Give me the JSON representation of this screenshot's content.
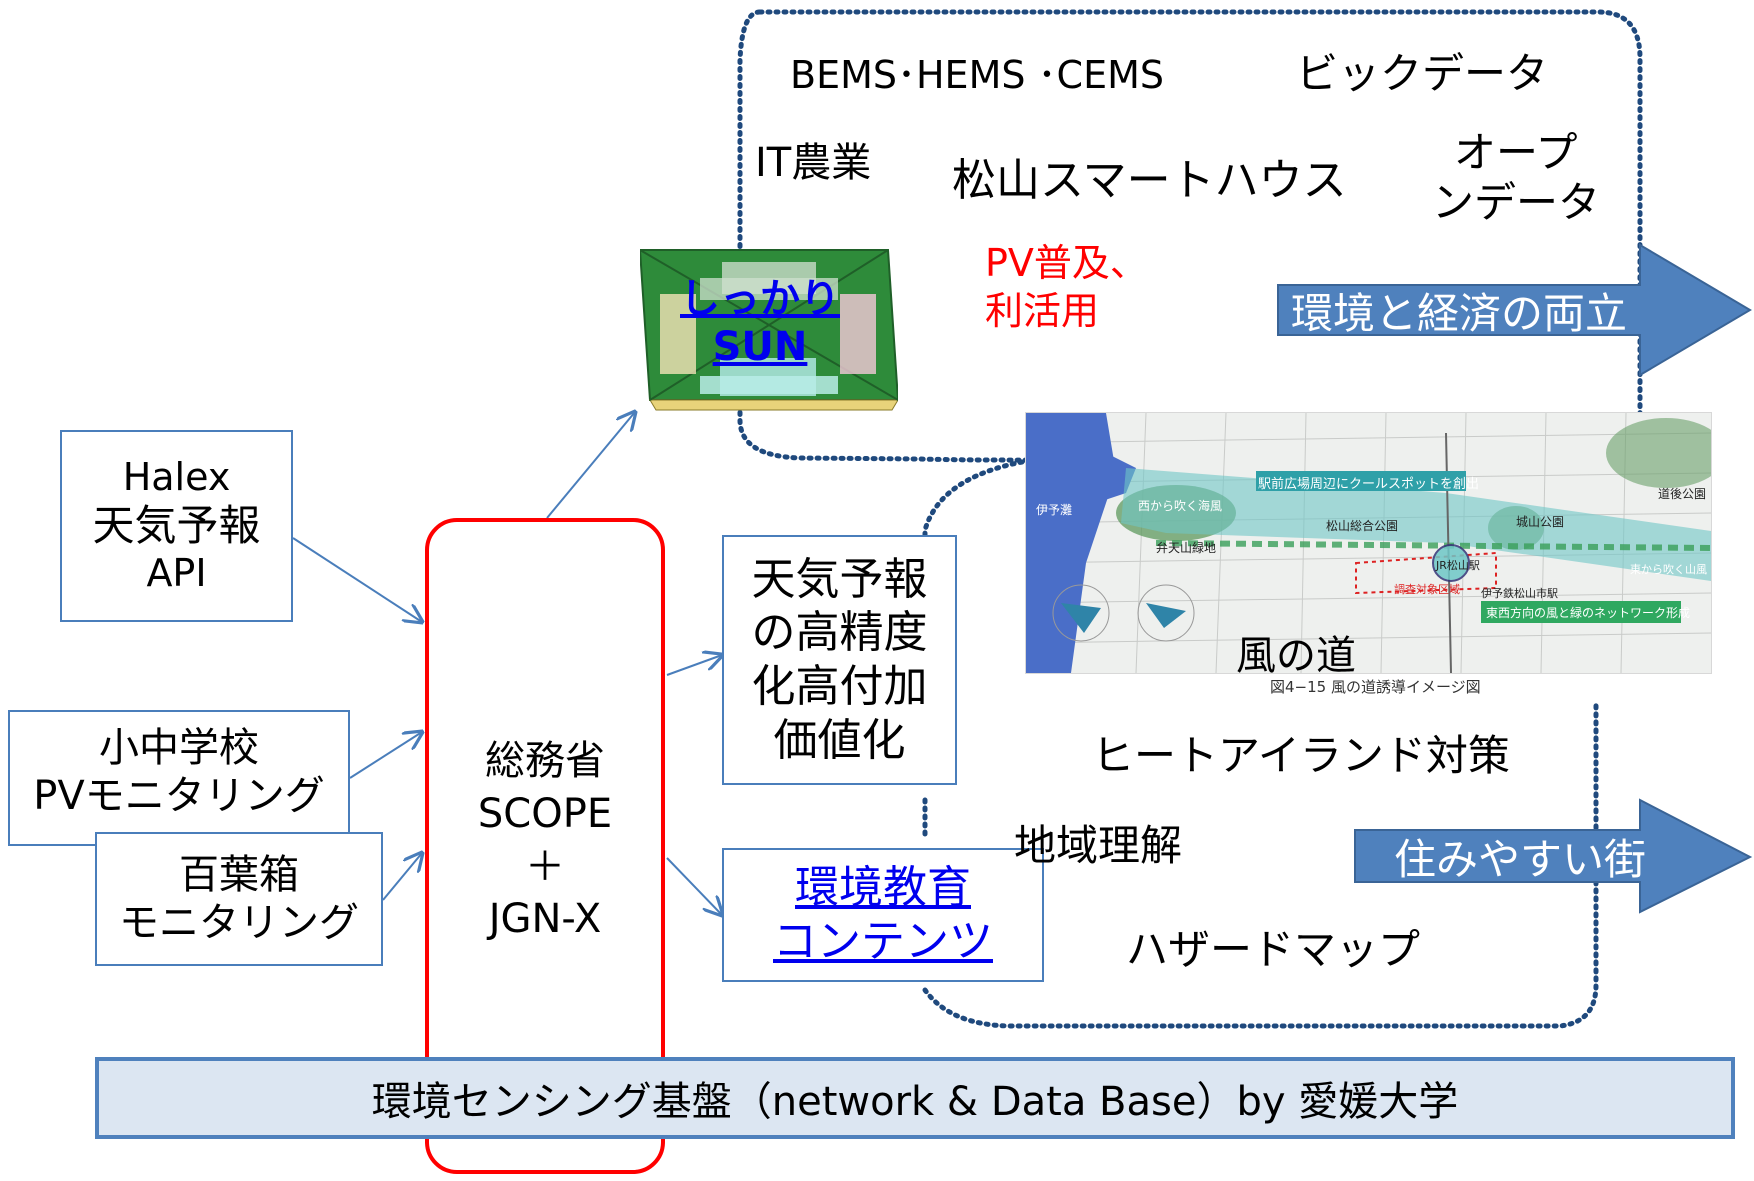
{
  "inputs": {
    "halex": [
      "Halex",
      "天気予報",
      "API"
    ],
    "school": [
      "小中学校",
      "PVモニタリング"
    ],
    "hyakuyo": [
      "百葉箱",
      "モニタリング"
    ]
  },
  "hub": {
    "line1": "総務省",
    "line2": "SCOPE",
    "line3": "＋",
    "line4": "JGN-X"
  },
  "sun_app": [
    "しっかり",
    "SUN"
  ],
  "top_cloud": {
    "bems": "BEMS･HEMS ･CEMS",
    "bigdata": "ビックデータ",
    "it_agri": "IT農業",
    "smarthouse": "松山スマートハウス",
    "opendata": [
      "オープ",
      "ンデータ"
    ],
    "pv": [
      "PV普及、",
      "利活用"
    ]
  },
  "outcomes": {
    "economy": "環境と経済の両立",
    "livable": "住みやすい街"
  },
  "forecast_box": [
    "天気予報",
    "の高精度",
    "化高付加",
    "価値化"
  ],
  "education_box": [
    "環境教育",
    "コンテンツ"
  ],
  "bottom_cloud": {
    "heat_island": "ヒートアイランド対策",
    "regional": "地域理解",
    "hazard": "ハザードマップ"
  },
  "map": {
    "title": "風の道",
    "caption": "図4−15 風の道誘導イメージ図",
    "labels": {
      "station_plaza": "駅前広場周辺にクールスポットを創出",
      "iyonada": "伊予灘",
      "west_wind": "西から吹く海風",
      "imotenzan": "弁天山緑地",
      "sogo_park": "松山総合公園",
      "shiroyama": "城山公園",
      "dogo": "道後公園",
      "east_wind": "東から吹く山風",
      "jr": "JR松山駅",
      "survey": "調査対象区域",
      "iyotetsu": "伊予鉄松山市駅",
      "network": "東西方向の風と緑のネットワーク形成"
    }
  },
  "foundation": "環境センシング基盤（network & Data Base）by 愛媛大学",
  "colors": {
    "arrow_blue": "#4f81bd",
    "box_border": "#4a7ebb",
    "hub_red": "#ff0000",
    "pv_red": "#ff0000",
    "foundation_fill": "#dce6f2",
    "cloud_dots": "#1f497d",
    "wind_band": "#6fc7c7"
  }
}
